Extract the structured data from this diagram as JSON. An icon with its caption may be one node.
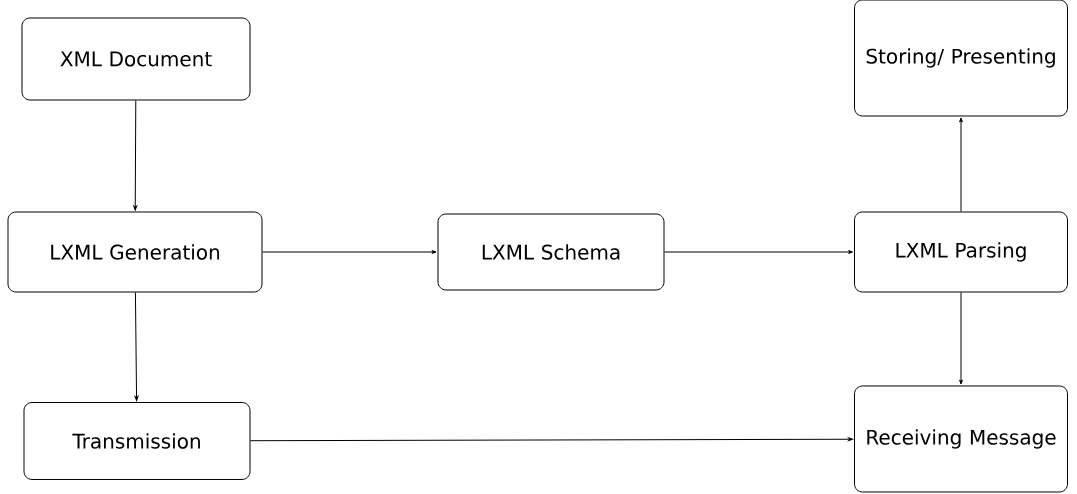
{
  "diagram": {
    "nodes": [
      {
        "text": [
          "XML Document"
        ]
      },
      {
        "text": [
          "LXML Generation"
        ]
      },
      {
        "text": [
          "LXML Schema"
        ]
      },
      {
        "text": [
          "LXML Parsing"
        ]
      },
      {
        "text": [
          "Storing/ Presenting"
        ]
      },
      {
        "text": [
          "Transmission"
        ]
      },
      {
        "text": [
          "Receiving Message"
        ]
      }
    ],
    "edges": [
      {
        "from": 0,
        "to": 1,
        "arrow": "to"
      },
      {
        "from": 1,
        "to": 2,
        "arrow": "to"
      },
      {
        "from": 2,
        "to": 3,
        "arrow": "to"
      },
      {
        "from": 3,
        "to": 4,
        "arrow": "to"
      },
      {
        "from": 3,
        "to": 6,
        "arrow": "to"
      },
      {
        "from": 1,
        "to": 5,
        "arrow": "to"
      },
      {
        "from": 5,
        "to": 6,
        "arrow": "to"
      }
    ]
  }
}
